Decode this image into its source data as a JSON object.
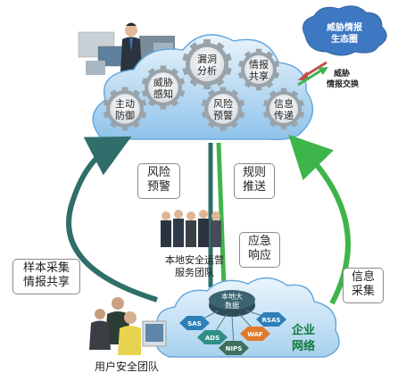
{
  "cloud": {
    "gears": {
      "vuln": [
        "漏洞",
        "分析"
      ],
      "share": [
        "情报",
        "共享"
      ],
      "threat": [
        "威胁",
        "感知"
      ],
      "defense": [
        "主动",
        "防御"
      ],
      "risk": [
        "风险",
        "预警"
      ],
      "info": [
        "信息",
        "传递"
      ]
    }
  },
  "ecosystem": {
    "line1": "威胁情报",
    "line2": "生态圈",
    "exchange_1": "威胁",
    "exchange_2": "情报交换"
  },
  "labels": {
    "risk_warning": [
      "风险",
      "预警"
    ],
    "rule_push": [
      "规则",
      "推送"
    ],
    "emergency": [
      "应急",
      "响应"
    ],
    "sample_share": [
      "样本采集",
      "情报共享"
    ],
    "info_collect": [
      "信息",
      "采集"
    ]
  },
  "teams": {
    "local_ops": [
      "本地安全运营",
      "服务团队"
    ],
    "user_team": "用户安全团队"
  },
  "enterprise": {
    "title_1": "企业",
    "title_2": "网络",
    "bigdata": [
      "本地大",
      "数据"
    ],
    "nodes": [
      "SAS",
      "RSAS",
      "ADS",
      "WAF",
      "NIPS"
    ]
  },
  "colors": {
    "cloud_blue": "#8fc3ea",
    "gear_gray": "#9aa3aa",
    "arrow_teal": "#2f6e6a",
    "arrow_green": "#3db54a",
    "eco_blue": "#3f78c2",
    "red_arrow": "#c0504d"
  }
}
